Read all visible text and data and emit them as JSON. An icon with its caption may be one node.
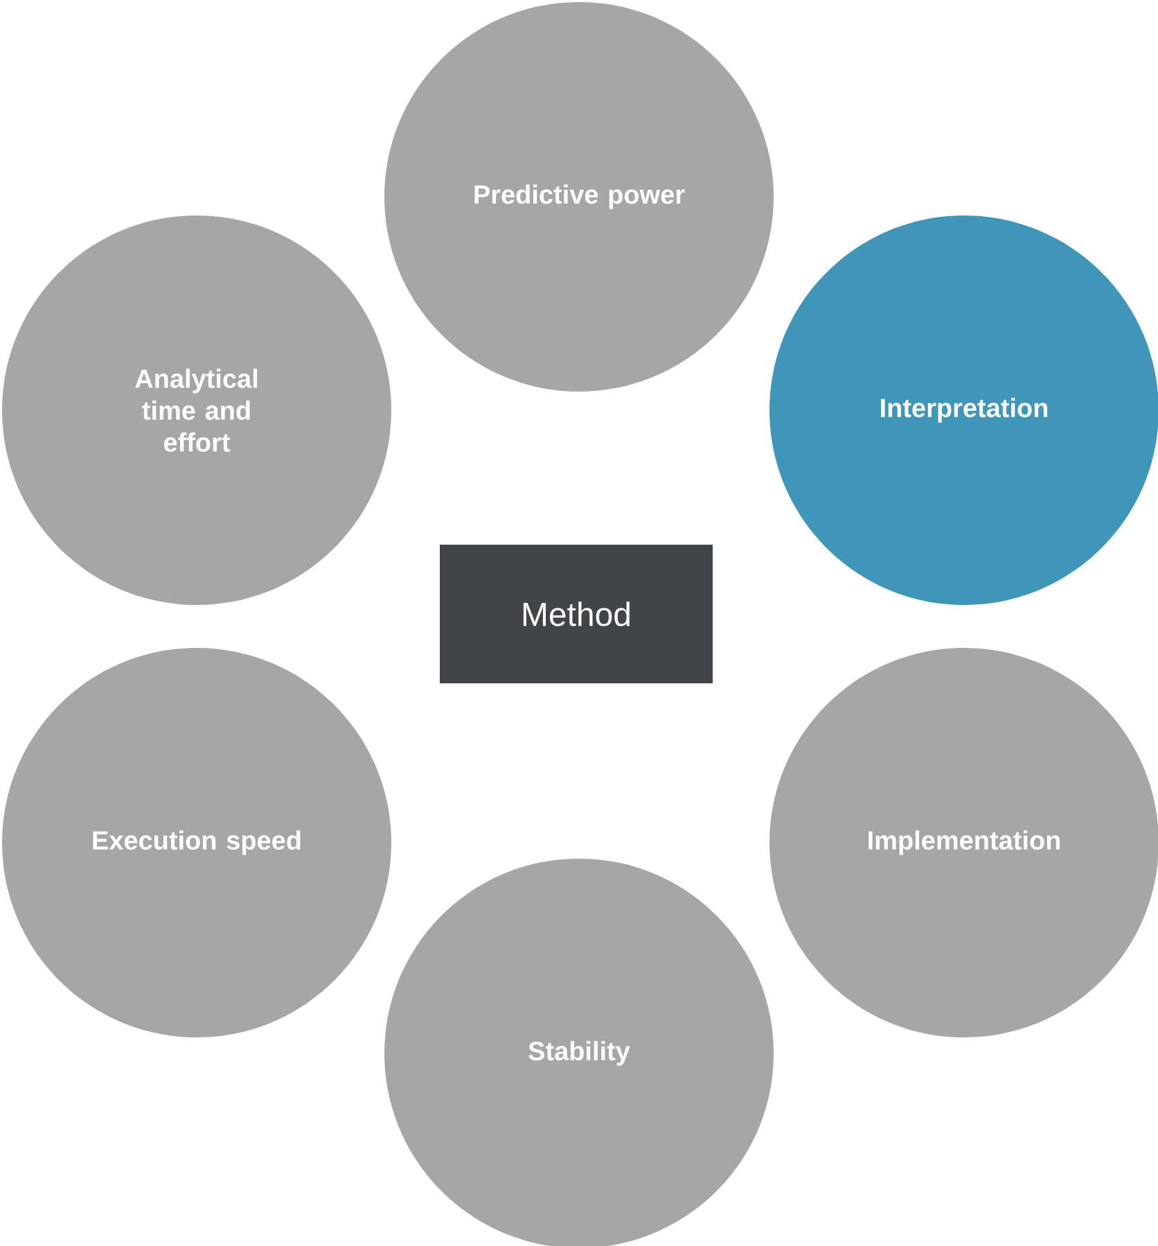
{
  "diagram": {
    "nodes": [
      {
        "text": [
          "Predictive power"
        ]
      },
      {
        "text": [
          "Analytical time and effort"
        ]
      },
      {
        "text": [
          "Interpretation"
        ]
      },
      {
        "text": [
          "Method"
        ]
      },
      {
        "text": [
          "Execution speed"
        ]
      },
      {
        "text": [
          "Implementation"
        ]
      },
      {
        "text": [
          "Stability"
        ]
      }
    ]
  }
}
